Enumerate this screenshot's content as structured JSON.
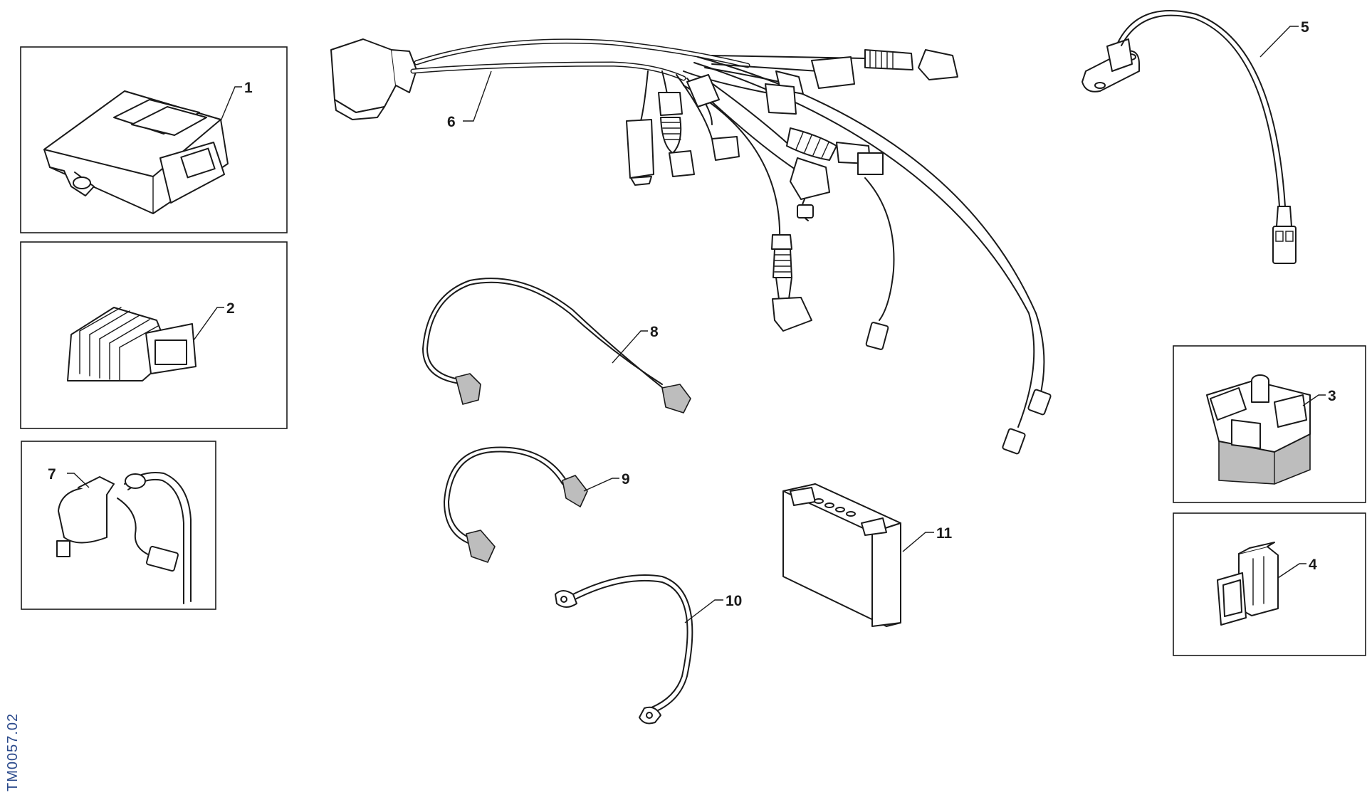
{
  "figure_code": "TM0057.02",
  "callouts": [
    {
      "id": "1",
      "label": "1"
    },
    {
      "id": "2",
      "label": "2"
    },
    {
      "id": "3",
      "label": "3"
    },
    {
      "id": "4",
      "label": "4"
    },
    {
      "id": "5",
      "label": "5"
    },
    {
      "id": "6",
      "label": "6"
    },
    {
      "id": "7",
      "label": "7"
    },
    {
      "id": "8",
      "label": "8"
    },
    {
      "id": "9",
      "label": "9"
    },
    {
      "id": "10",
      "label": "10"
    },
    {
      "id": "11",
      "label": "11"
    }
  ],
  "colors": {
    "line": "#1a1a1a",
    "shade": "#bdbdbd",
    "code_text": "#2b4a8c"
  }
}
